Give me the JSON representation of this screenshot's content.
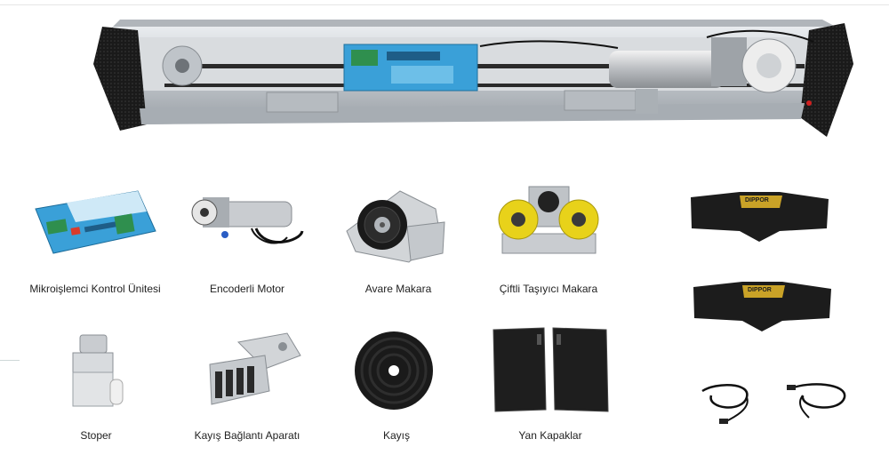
{
  "products": [
    {
      "id": "control-unit",
      "label": "Mikroişlemci Kontrol Ünitesi"
    },
    {
      "id": "motor",
      "label": "Encoderli Motor"
    },
    {
      "id": "idler",
      "label": "Avare Makara"
    },
    {
      "id": "carrier",
      "label": "Çiftli Taşıyıcı Makara"
    },
    {
      "id": "stopper",
      "label": "Stoper"
    },
    {
      "id": "belt-clamp",
      "label": "Kayış Bağlantı Aparatı"
    },
    {
      "id": "belt",
      "label": "Kayış"
    },
    {
      "id": "side-covers",
      "label": "Yan Kapaklar"
    }
  ],
  "brand": {
    "badge_text": "DIPPOR"
  },
  "colors": {
    "aluminium": "#c9cdd2",
    "dark_panel": "#1c1c1c",
    "pcb_blue": "#3aa0d8",
    "pcb_green": "#2f8f4e",
    "roller_yellow": "#e8d21a",
    "gold": "#c9a227"
  }
}
